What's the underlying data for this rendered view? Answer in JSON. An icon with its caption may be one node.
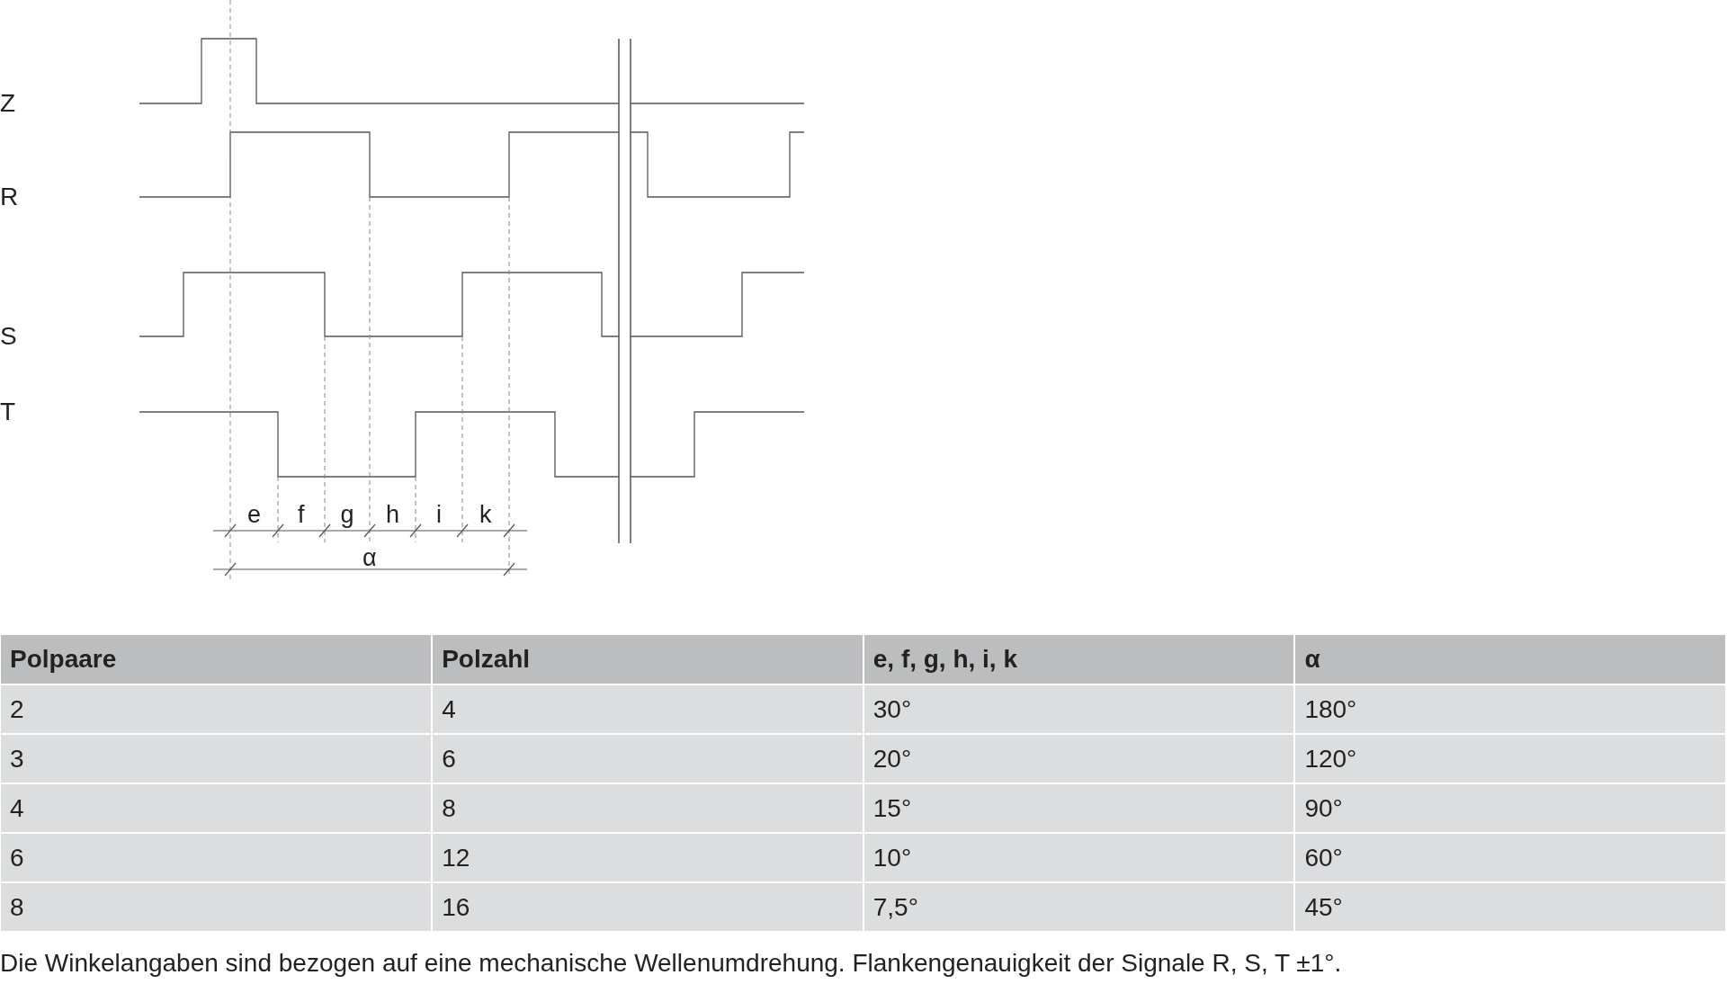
{
  "diagram": {
    "labels": [
      "Z",
      "R",
      "S",
      "T",
      "e",
      "f",
      "g",
      "h",
      "i",
      "k",
      "α",
      "Polpaare",
      "Polzahl",
      "e, f, g, h, i, k",
      "α",
      "2",
      "4",
      "30°",
      "180°",
      "3",
      "6",
      "20°",
      "120°",
      "4",
      "8",
      "15°",
      "90°",
      "6",
      "12",
      "10°",
      "60°",
      "8",
      "16",
      "7,5°",
      "45°"
    ],
    "caption": "Die Winkelangaben sind bezogen auf eine mechanische Wellenumdrehung. Flankengenauigkeit der Signale R, S, T ±1°."
  }
}
